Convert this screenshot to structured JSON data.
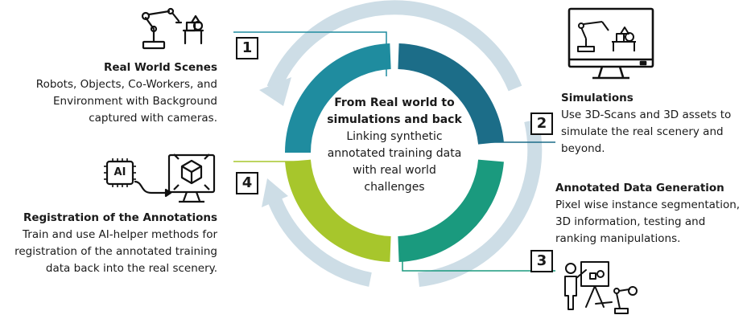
{
  "center": {
    "title_line1": "From Real world to",
    "title_line2": "simulations and back",
    "text_line1": "Linking synthetic",
    "text_line2": "annotated training data",
    "text_line3": "with real world",
    "text_line4": "challenges"
  },
  "steps": [
    {
      "number": "1",
      "title": "Real World Scenes",
      "lines": [
        "Robots, Objects, Co-Workers, and",
        "Environment with Background",
        "captured with cameras."
      ],
      "icon": "robot-arm-icon"
    },
    {
      "number": "2",
      "title": "Simulations",
      "lines": [
        "Use 3D-Scans and 3D assets to",
        "simulate the real scenery and",
        "beyond."
      ],
      "icon": "monitor-robot-icon"
    },
    {
      "number": "3",
      "title": "Annotated Data Generation",
      "lines": [
        "Pixel wise instance segmentation,",
        "3D information, testing and",
        "ranking manipulations."
      ],
      "icon": "presenter-robot-icon"
    },
    {
      "number": "4",
      "title": "Registration of the Annotations",
      "lines": [
        "Train and use AI-helper methods for",
        "registration of the annotated training",
        "data back into the real scenery."
      ],
      "icon": "ai-chip-monitor-icon",
      "chip_label": "AI"
    }
  ],
  "colors": {
    "teal": "#1f8c9f",
    "dark_teal": "#1c6d88",
    "green": "#1a9a7e",
    "lime": "#a7c62c",
    "outer_ring": "#cddde6"
  }
}
